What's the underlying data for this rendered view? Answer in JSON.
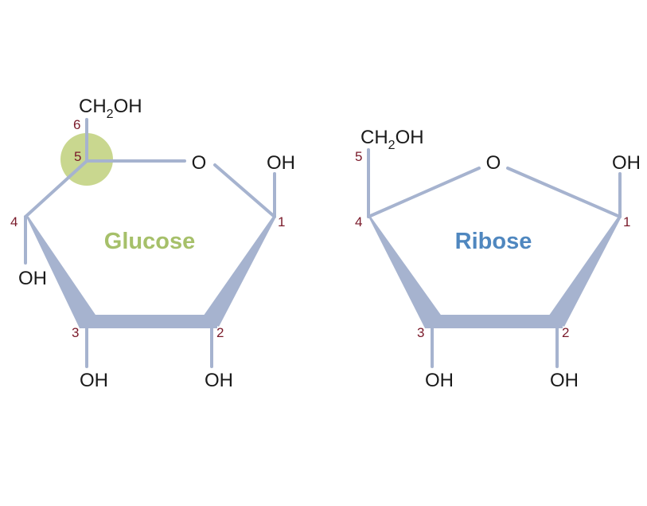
{
  "colors": {
    "bond": "#a6b3cf",
    "number": "#7a1a2a",
    "highlight": "#c9d78f",
    "glucose_label": "#a6c06a",
    "ribose_label": "#4f87bf",
    "text": "#1a1a1a"
  },
  "glucose": {
    "name": "Glucose",
    "ring_oxygen": "O",
    "c6_group": {
      "main": "CH",
      "sub": "2",
      "tail": "OH"
    },
    "c1_group": "OH",
    "c2_group": "OH",
    "c3_group": "OH",
    "c4_group": "OH",
    "carbon_numbers": [
      "1",
      "2",
      "3",
      "4",
      "5",
      "6"
    ]
  },
  "ribose": {
    "name": "Ribose",
    "ring_oxygen": "O",
    "c5_group": {
      "main": "CH",
      "sub": "2",
      "tail": "OH"
    },
    "c1_group": "OH",
    "c2_group": "OH",
    "c3_group": "OH",
    "carbon_numbers": [
      "1",
      "2",
      "3",
      "4",
      "5"
    ]
  }
}
